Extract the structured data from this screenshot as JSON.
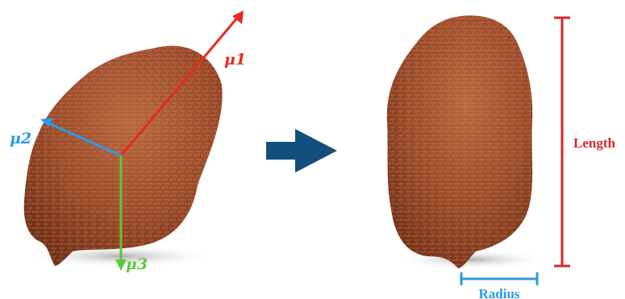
{
  "axes": {
    "mu1": {
      "label": "μ1",
      "color": "#e32b22"
    },
    "mu2": {
      "label": "μ2",
      "color": "#2c9ae6"
    },
    "mu3": {
      "label": "μ3",
      "color": "#5cc935"
    }
  },
  "dimensions": {
    "length": {
      "label": "Length",
      "color": "#d7262b"
    },
    "radius": {
      "label": "Radius",
      "color": "#2c9ae6"
    }
  },
  "transform_arrow": {
    "color": "#134f7c"
  },
  "particle": {
    "fill": "#9a4a2a",
    "shadow": "#b8b8b8"
  }
}
